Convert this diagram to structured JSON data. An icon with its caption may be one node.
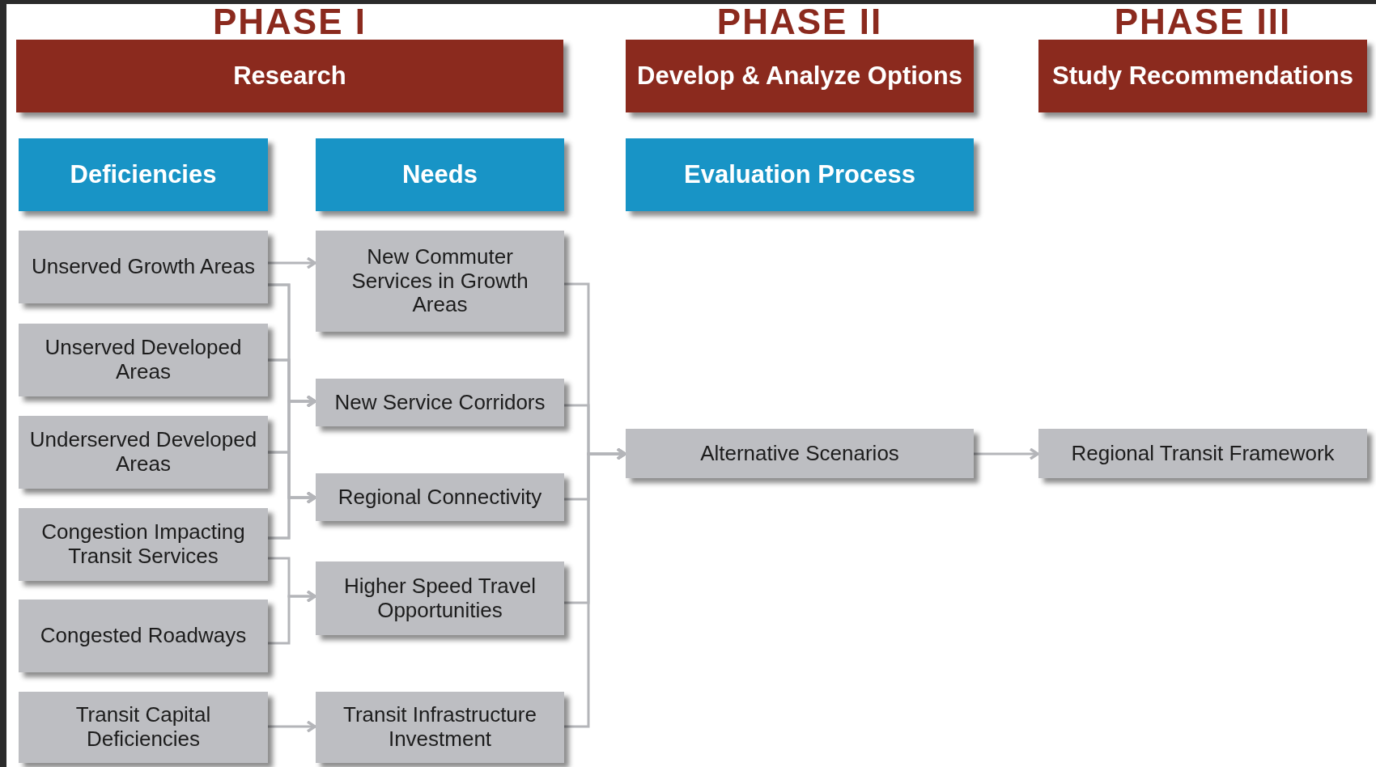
{
  "diagram": {
    "nodes": [
      {
        "text": [
          "PHASE I",
          "Research"
        ]
      },
      {
        "text": [
          "PHASE II",
          "Develop & Analyze Options"
        ]
      },
      {
        "text": [
          "PHASE III",
          "Study Recommendations"
        ]
      },
      {
        "text": [
          "Deficiencies"
        ]
      },
      {
        "text": [
          "Needs"
        ]
      },
      {
        "text": [
          "Evaluation Process"
        ]
      },
      {
        "text": [
          "Unserved Growth Areas"
        ]
      },
      {
        "text": [
          "Unserved Developed Areas"
        ]
      },
      {
        "text": [
          "Underserved Developed Areas"
        ]
      },
      {
        "text": [
          "Congestion Impacting Transit Services"
        ]
      },
      {
        "text": [
          "Congested Roadways"
        ]
      },
      {
        "text": [
          "Transit Capital Deficiencies"
        ]
      },
      {
        "text": [
          "New Commuter Services in Growth Areas"
        ]
      },
      {
        "text": [
          "New Service Corridors"
        ]
      },
      {
        "text": [
          "Regional Connectivity"
        ]
      },
      {
        "text": [
          "Higher Speed Travel Opportunities"
        ]
      },
      {
        "text": [
          "Transit Infrastructure Investment"
        ]
      },
      {
        "text": [
          "Alternative Scenarios"
        ]
      },
      {
        "text": [
          "Regional Transit Framework"
        ]
      }
    ],
    "edges": [
      {
        "from": 6,
        "to": 12,
        "arrow": "to"
      },
      {
        "from": 6,
        "to": 13,
        "arrow": "to"
      },
      {
        "from": 6,
        "to": 14,
        "arrow": "to"
      },
      {
        "from": 7,
        "to": 13,
        "arrow": "to"
      },
      {
        "from": 7,
        "to": 14,
        "arrow": "to"
      },
      {
        "from": 8,
        "to": 13,
        "arrow": "to"
      },
      {
        "from": 8,
        "to": 14,
        "arrow": "to"
      },
      {
        "from": 9,
        "to": 13,
        "arrow": "to"
      },
      {
        "from": 9,
        "to": 14,
        "arrow": "to"
      },
      {
        "from": 9,
        "to": 15,
        "arrow": "to"
      },
      {
        "from": 10,
        "to": 15,
        "arrow": "to"
      },
      {
        "from": 11,
        "to": 16,
        "arrow": "to"
      },
      {
        "from": 12,
        "to": 17,
        "arrow": "to"
      },
      {
        "from": 13,
        "to": 17,
        "arrow": "to"
      },
      {
        "from": 14,
        "to": 17,
        "arrow": "to"
      },
      {
        "from": 15,
        "to": 17,
        "arrow": "to"
      },
      {
        "from": 16,
        "to": 17,
        "arrow": "to"
      },
      {
        "from": 17,
        "to": 18,
        "arrow": "to"
      }
    ]
  }
}
